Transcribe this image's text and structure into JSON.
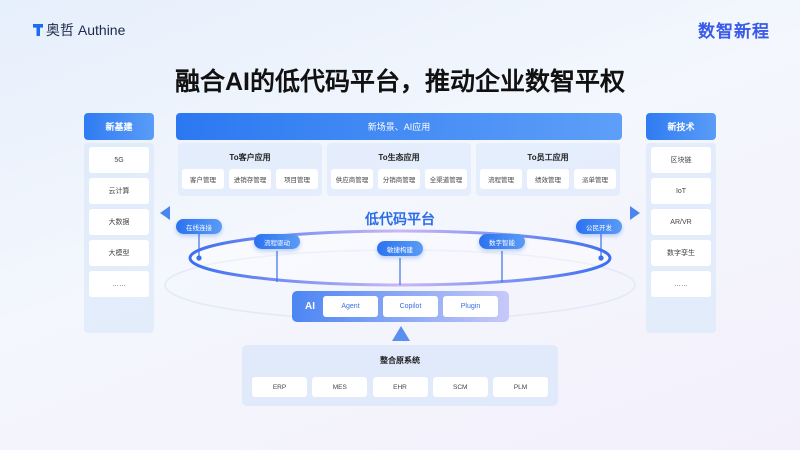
{
  "header": {
    "logo": "奥哲 Authine",
    "brand_right": "数智新程",
    "title": "融合AI的低代码平台，推动企业数智平权"
  },
  "left": {
    "title": "新基建",
    "items": [
      "5G",
      "云计算",
      "大数据",
      "大模型",
      "……"
    ]
  },
  "right": {
    "title": "新技术",
    "items": [
      "区块链",
      "IoT",
      "AR/VR",
      "数字孪生",
      "……"
    ]
  },
  "banner": "新场景、AI应用",
  "groups": [
    {
      "title": "To客户应用",
      "items": [
        "客户管理",
        "进销存管理",
        "项目管理"
      ]
    },
    {
      "title": "To生态应用",
      "items": [
        "供应商管理",
        "分销商管理",
        "全渠道管理"
      ]
    },
    {
      "title": "To员工应用",
      "items": [
        "流程管理",
        "绩效管理",
        "派单管理"
      ]
    }
  ],
  "platform": {
    "title": "低代码平台",
    "pills": [
      "在线连接",
      "流程驱动",
      "敏捷构建",
      "数字智能",
      "公民开发"
    ]
  },
  "ai": {
    "label": "AI",
    "items": [
      "Agent",
      "Copilot",
      "Plugin"
    ]
  },
  "legacy": {
    "title": "整合原系统",
    "items": [
      "ERP",
      "MES",
      "EHR",
      "SCM",
      "PLM"
    ]
  },
  "colors": {
    "primary": "#2b72ef",
    "accent": "#5a3fd8"
  }
}
